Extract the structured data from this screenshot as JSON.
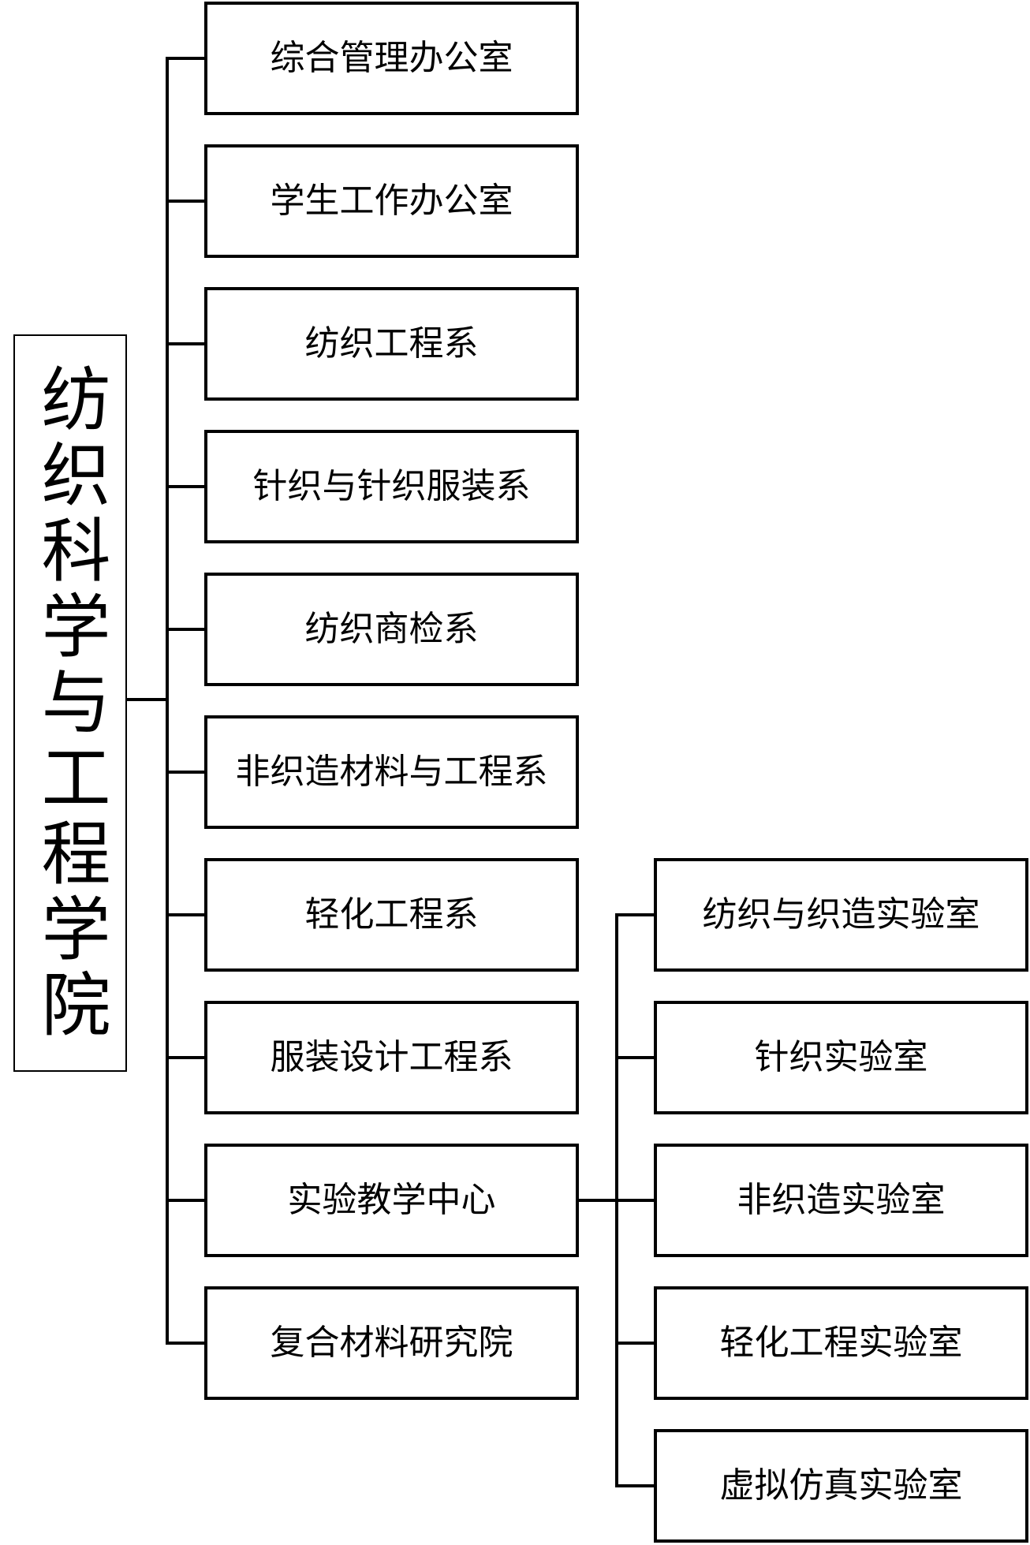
{
  "root": {
    "label": "纺织科学与工程学院"
  },
  "departments": [
    {
      "label": "综合管理办公室"
    },
    {
      "label": "学生工作办公室"
    },
    {
      "label": "纺织工程系"
    },
    {
      "label": "针织与针织服装系"
    },
    {
      "label": "纺织商检系"
    },
    {
      "label": "非织造材料与工程系"
    },
    {
      "label": "轻化工程系"
    },
    {
      "label": "服装设计工程系"
    },
    {
      "label": "实验教学中心"
    },
    {
      "label": "复合材料研究院"
    }
  ],
  "labs": [
    {
      "label": "纺织与织造实验室"
    },
    {
      "label": "针织实验室"
    },
    {
      "label": "非织造实验室"
    },
    {
      "label": "轻化工程实验室"
    },
    {
      "label": "虚拟仿真实验室"
    }
  ]
}
